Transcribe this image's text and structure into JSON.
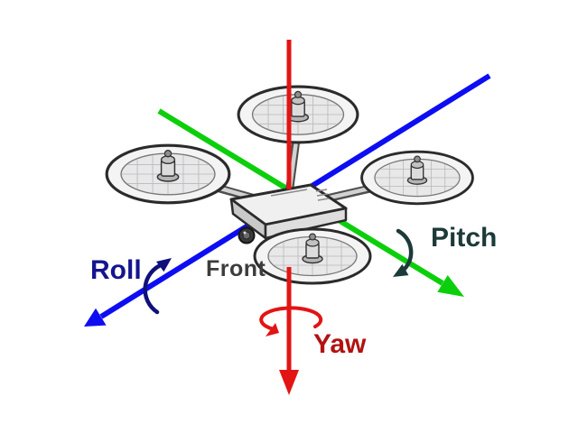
{
  "diagram": {
    "type": "drone-flight-axes",
    "labels": {
      "roll": "Roll",
      "pitch": "Pitch",
      "yaw": "Yaw",
      "front": "Front"
    },
    "colors": {
      "background": "#ffffff",
      "roll_axis": "#0d0df2",
      "pitch_axis": "#0ccf0c",
      "yaw_axis": "#e31414",
      "roll_text": "#15158f",
      "pitch_text": "#1d3a3a",
      "yaw_text": "#b21212",
      "front_text": "#3c3c3c",
      "roll_spin": "#10107a",
      "pitch_spin": "#1d3a3a",
      "yaw_spin": "#e31414"
    }
  }
}
